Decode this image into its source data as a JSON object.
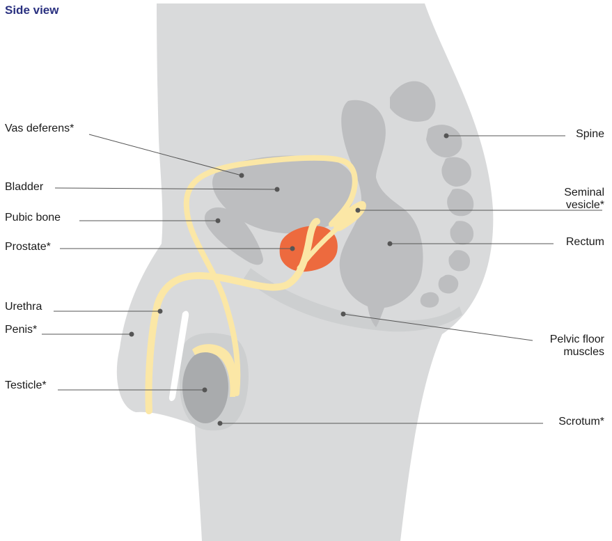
{
  "title": "Side view",
  "labels": {
    "vas_deferens": "Vas deferens*",
    "bladder": "Bladder",
    "pubic_bone": "Pubic bone",
    "prostate": "Prostate*",
    "urethra": "Urethra",
    "penis": "Penis*",
    "testicle": "Testicle*",
    "spine": "Spine",
    "seminal_vesicle_line1": "Seminal",
    "seminal_vesicle_line2": "vesicle*",
    "rectum": "Rectum",
    "pelvic_floor_line1": "Pelvic floor",
    "pelvic_floor_line2": "muscles",
    "scrotum": "Scrotum*"
  },
  "colors": {
    "body": "#d9dadb",
    "outline": "#cdcfd0",
    "organ": "#bdbec0",
    "testicle": "#a9abad",
    "duct": "#fbe7a6",
    "prostate": "#ed6a3e",
    "title": "#2a3180",
    "leader": "#555555"
  }
}
